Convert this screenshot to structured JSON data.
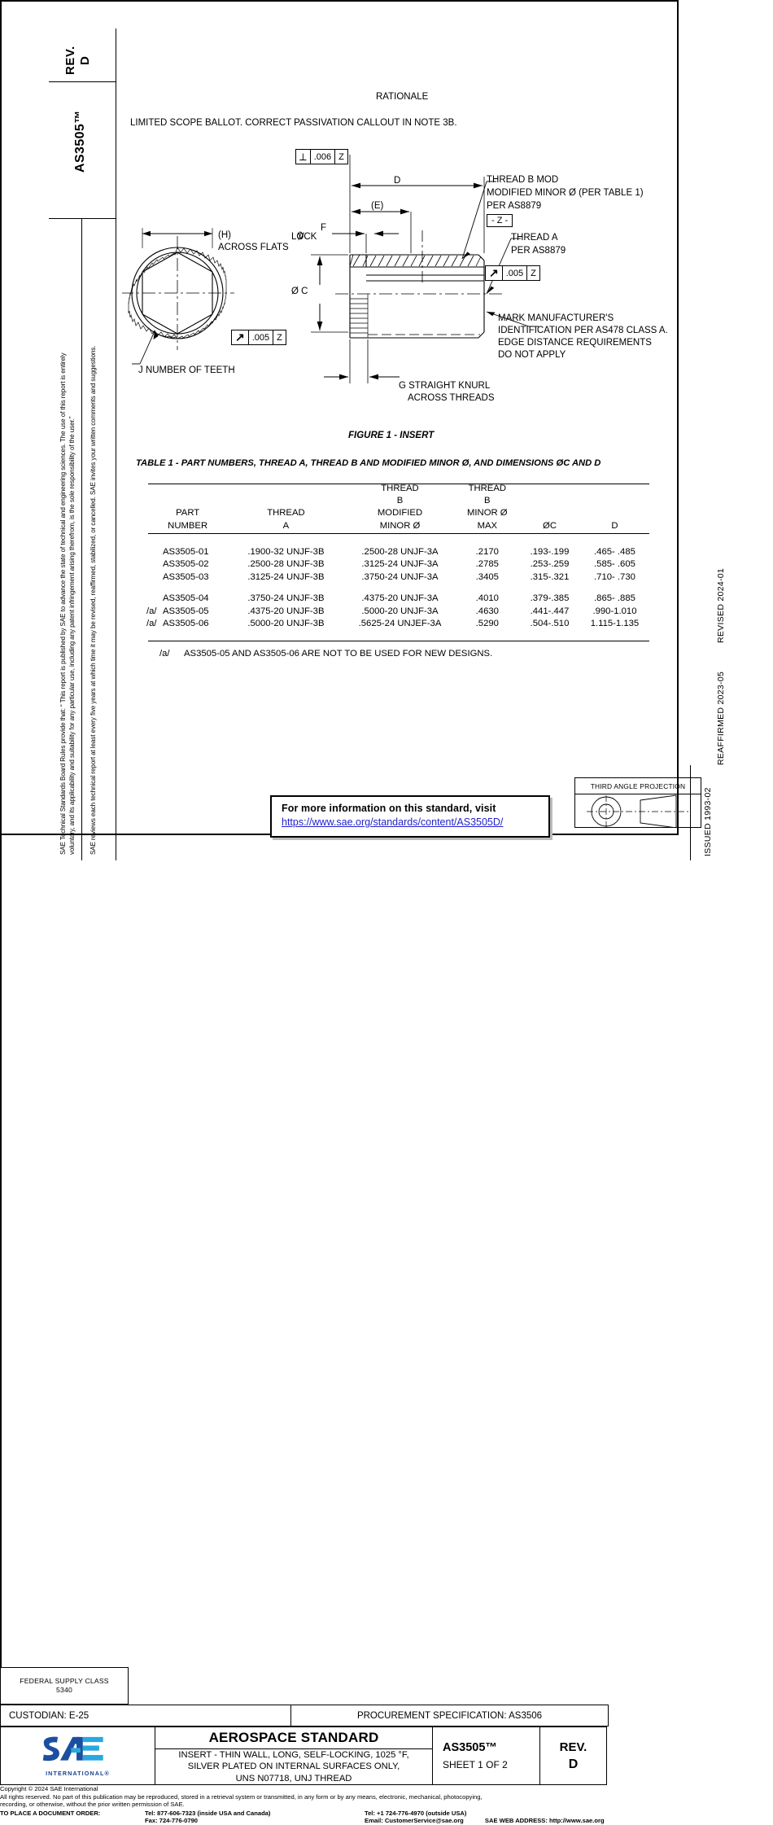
{
  "sidebar_left": {
    "rev_label": "REV.",
    "rev_value": "D",
    "doc_number": "AS3505™",
    "disclaimer_1": "SAE Technical Standards Board Rules provide that: “ This report is published by SAE to advance the state of technical and engineering sciences. The use of this report is entirely",
    "disclaimer_2": "voluntary, and its applicability and suitability for any particular use, including any patent infringement arising therefrom, is the sole responsibility of the user.”",
    "disclaimer_3": "SAE reviews each technical report at least every five years at which time it may be revised, reaffirmed, stabilized, or cancelled. SAE invites your written comments and suggestions."
  },
  "sidebar_right": {
    "revised": "REVISED 2024-01",
    "reaffirmed": "REAFFIRMED 2023-05",
    "issued": "ISSUED 1993-02"
  },
  "fsc": {
    "label": "FEDERAL SUPPLY CLASS",
    "value": "5340"
  },
  "rationale": {
    "heading": "RATIONALE",
    "body": "LIMITED SCOPE BALLOT. CORRECT PASSIVATION CALLOUT IN NOTE 3B."
  },
  "figure": {
    "caption": "FIGURE 1 - INSERT",
    "fcf_perp": {
      "symbol": "⟂",
      "tolerance": ".006",
      "datum": "Z"
    },
    "fcf_runout_left": {
      "symbol": "↗",
      "tolerance": ".005",
      "datum": "Z"
    },
    "fcf_runout_right": {
      "symbol": "↗",
      "tolerance": ".005",
      "datum": "Z"
    },
    "datum_z": "- Z -",
    "dim_d": "D",
    "dim_e": "(E)",
    "dim_f": "F",
    "dim_c": "Ø C",
    "dim_h": "(H)",
    "across_flats": "ACROSS FLATS",
    "centerline_lock": "LOCK",
    "teeth_note": "J NUMBER OF TEETH",
    "knurl_note_1": "G  STRAIGHT KNURL",
    "knurl_note_2": "ACROSS THREADS",
    "thread_b_note": [
      "THREAD B MOD",
      "MODIFIED MINOR Ø (PER TABLE 1)",
      "PER AS8879"
    ],
    "thread_a_note": [
      "THREAD A",
      "PER AS8879"
    ],
    "mark_note": [
      "MARK MANUFACTURER'S",
      "IDENTIFICATION PER AS478 CLASS A.",
      "EDGE DISTANCE REQUIREMENTS",
      "DO NOT APPLY"
    ]
  },
  "table": {
    "title": "TABLE 1 - PART NUMBERS, THREAD A, THREAD B AND MODIFIED MINOR Ø, AND DIMENSIONS ØC AND D",
    "headers": [
      [
        "",
        "",
        "THREAD",
        "THREAD",
        "",
        ""
      ],
      [
        "",
        "",
        "B",
        "B",
        "",
        ""
      ],
      [
        "PART",
        "THREAD",
        "MODIFIED",
        "MINOR Ø",
        "",
        ""
      ],
      [
        "NUMBER",
        "A",
        "MINOR Ø",
        "MAX",
        "ØC",
        "D"
      ]
    ],
    "group_1": [
      {
        "flag": "",
        "part_number": "AS3505-01",
        "thread_a": ".1900-32 UNJF-3B",
        "thread_b_modified_minor": ".2500-28 UNJF-3A",
        "thread_b_minor_max": ".2170",
        "dia_c": ".193-.199",
        "d": ".465-  .485"
      },
      {
        "flag": "",
        "part_number": "AS3505-02",
        "thread_a": ".2500-28 UNJF-3B",
        "thread_b_modified_minor": ".3125-24 UNJF-3A",
        "thread_b_minor_max": ".2785",
        "dia_c": ".253-.259",
        "d": ".585-  .605"
      },
      {
        "flag": "",
        "part_number": "AS3505-03",
        "thread_a": ".3125-24 UNJF-3B",
        "thread_b_modified_minor": ".3750-24 UNJF-3A",
        "thread_b_minor_max": ".3405",
        "dia_c": ".315-.321",
        "d": ".710-  .730"
      }
    ],
    "group_2": [
      {
        "flag": "",
        "part_number": "AS3505-04",
        "thread_a": ".3750-24 UNJF-3B",
        "thread_b_modified_minor": ".4375-20 UNJF-3A",
        "thread_b_minor_max": ".4010",
        "dia_c": ".379-.385",
        "d": ".865-  .885"
      },
      {
        "flag": "/a/",
        "part_number": "AS3505-05",
        "thread_a": ".4375-20 UNJF-3B",
        "thread_b_modified_minor": ".5000-20 UNJF-3A",
        "thread_b_minor_max": ".4630",
        "dia_c": ".441-.447",
        "d": ".990-1.010"
      },
      {
        "flag": "/a/",
        "part_number": "AS3505-06",
        "thread_a": ".5000-20 UNJF-3B",
        "thread_b_modified_minor": ".5625-24 UNJEF-3A",
        "thread_b_minor_max": ".5290",
        "dia_c": ".504-.510",
        "d": "1.115-1.135"
      }
    ],
    "footnote_flag": "/a/",
    "footnote_text": "AS3505-05 AND AS3505-06 ARE NOT TO BE USED FOR NEW DESIGNS."
  },
  "info_box": {
    "line1": "For more information on this standard, visit",
    "link": "https://www.sae.org/standards/content/AS3505D/"
  },
  "third_angle": {
    "title": "THIRD ANGLE PROJECTION"
  },
  "custodian_row": {
    "custodian": "CUSTODIAN: E-25",
    "procurement": "PROCUREMENT SPECIFICATION: AS3506"
  },
  "title_block": {
    "logo_text": "SAE",
    "logo_sub": "INTERNATIONAL®",
    "standard_type": "AEROSPACE STANDARD",
    "description": "INSERT - THIN WALL, LONG, SELF-LOCKING, 1025 °F,\nSILVER PLATED ON INTERNAL SURFACES ONLY,\nUNS N07718, UNJ THREAD",
    "number": "AS3505™",
    "sheet": "SHEET 1 OF 2",
    "rev_label": "REV.",
    "rev_value": "D"
  },
  "footer": {
    "copyright": "Copyright © 2024 SAE International",
    "rights_1": "All rights reserved. No part of this publication may be reproduced, stored in a retrieval system or transmitted, in any form or by any means, electronic, mechanical, photocopying,",
    "rights_2": "recording, or otherwise, without the prior written permission of SAE.",
    "order_label": "TO PLACE A DOCUMENT ORDER:",
    "tel_inside": "Tel: 877-606-7323 (inside USA and Canada)",
    "fax": "Fax: 724-776-0790",
    "tel_outside": "Tel: +1 724-776-4970 (outside USA)",
    "email": "Email: CustomerService@sae.org",
    "web": "SAE WEB ADDRESS: http://www.sae.org"
  },
  "colors": {
    "logo_dark_blue": "#1b4fa0",
    "logo_light_blue": "#29a8df",
    "link_blue": "#2222cc"
  }
}
